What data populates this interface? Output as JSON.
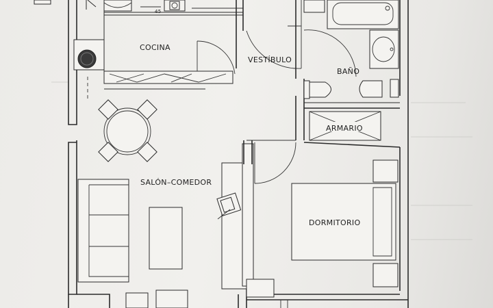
{
  "rooms": {
    "cocina": "COCINA",
    "vestibulo": "VESTÍBULO",
    "bano": "BAÑO",
    "armario": "ARMARIO",
    "salon": "SALÓN–COMEDOR",
    "dormitorio": "DORMITORIO"
  },
  "markers": {
    "cabinet_width": "45"
  },
  "colors": {
    "paper": "#efeeeb",
    "ink": "#2a2a2a",
    "background": "#8a8c8b"
  }
}
